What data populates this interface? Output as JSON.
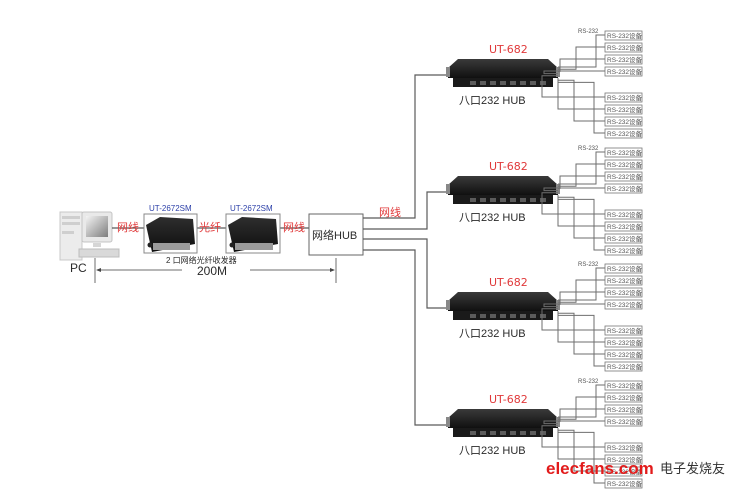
{
  "pc": {
    "label": "PC"
  },
  "links": {
    "pc_to_converter": "网线",
    "fiber": "光纤",
    "converter_to_hub": "网线",
    "hub_out": "网线"
  },
  "converters": [
    {
      "model": "UT-2672SM"
    },
    {
      "model": "UT-2672SM"
    }
  ],
  "converter_caption": "2 口网络光纤收发器",
  "distance": "200M",
  "network_hub": {
    "label": "网络HUB"
  },
  "serial_hubs": [
    {
      "model": "UT-682",
      "caption": "八口232 HUB",
      "port_label": "RS-232",
      "devices": [
        "RS-232设备",
        "RS-232设备",
        "RS-232设备",
        "RS-232设备",
        "RS-232设备",
        "RS-232设备",
        "RS-232设备",
        "RS-232设备"
      ]
    },
    {
      "model": "UT-682",
      "caption": "八口232 HUB",
      "port_label": "RS-232",
      "devices": [
        "RS-232设备",
        "RS-232设备",
        "RS-232设备",
        "RS-232设备",
        "RS-232设备",
        "RS-232设备",
        "RS-232设备",
        "RS-232设备"
      ]
    },
    {
      "model": "UT-682",
      "caption": "八口232 HUB",
      "port_label": "RS-232",
      "devices": [
        "RS-232设备",
        "RS-232设备",
        "RS-232设备",
        "RS-232设备",
        "RS-232设备",
        "RS-232设备",
        "RS-232设备",
        "RS-232设备"
      ]
    },
    {
      "model": "UT-682",
      "caption": "八口232 HUB",
      "port_label": "RS-232",
      "devices": [
        "RS-232设备",
        "RS-232设备",
        "RS-232设备",
        "RS-232设备",
        "RS-232设备",
        "RS-232设备",
        "RS-232设备",
        "RS-232设备"
      ]
    }
  ],
  "watermark": {
    "brand": "elecfans.com",
    "cn": "电子发烧友"
  },
  "colors": {
    "accent_red": "#e0393a",
    "model_blue": "#2b3fa8",
    "wire": "#6e6e6e",
    "device_black": "#1c1c1c"
  }
}
